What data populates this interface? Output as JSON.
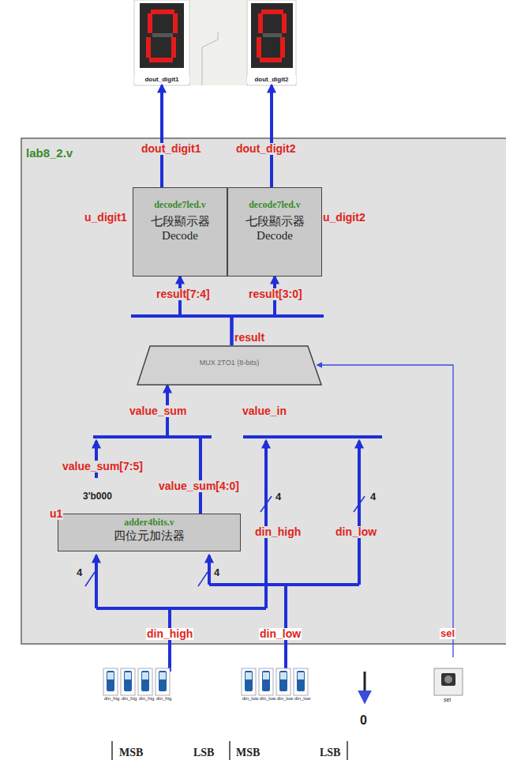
{
  "diagram": {
    "nodes": [
      {
        "text": [
          "dout_digit1"
        ]
      },
      {
        "text": [
          "dout_digit2"
        ]
      },
      {
        "text": [
          "lab8_2.v"
        ]
      },
      {
        "text": [
          "decode7led.v",
          "七段顯示器 Decode"
        ],
        "in": 2
      },
      {
        "text": [
          "decode7led.v",
          "七段顯示器 Decode"
        ],
        "in": 2
      },
      {
        "text": [
          "MUX 2TO1 (8-bits)"
        ],
        "in": 2
      },
      {
        "text": [
          "adder4bits.v",
          "四位元加法器"
        ],
        "in": 2
      }
    ],
    "edges": [
      {
        "from": 3,
        "to": 0,
        "arrow": "to"
      },
      {
        "from": 4,
        "to": 1,
        "arrow": "to"
      },
      {
        "from": 5,
        "to": 3,
        "arrow": "to"
      },
      {
        "from": 5,
        "to": 4,
        "arrow": "to"
      },
      {
        "from": 6,
        "to": 5,
        "arrow": "to"
      }
    ],
    "labels": [
      "dout_digit1",
      "dout_digit2",
      "u_digit1",
      "u_digit2",
      "result[7:4]",
      "result[3:0]",
      "result",
      "value_sum",
      "value_in",
      "value_sum[7:5]",
      "3'b000",
      "value_sum[4:0]",
      "u1",
      "4",
      "4",
      "din_high",
      "4",
      "din_low",
      "4",
      "din_high",
      "din_low",
      "sel",
      "din_hig",
      "din_hig",
      "din_hig",
      "din_hig",
      "din_low",
      "din_low",
      "din_low",
      "din_low",
      "sel",
      "0",
      "MSB",
      "LSB",
      "MSB",
      "LSB"
    ]
  }
}
